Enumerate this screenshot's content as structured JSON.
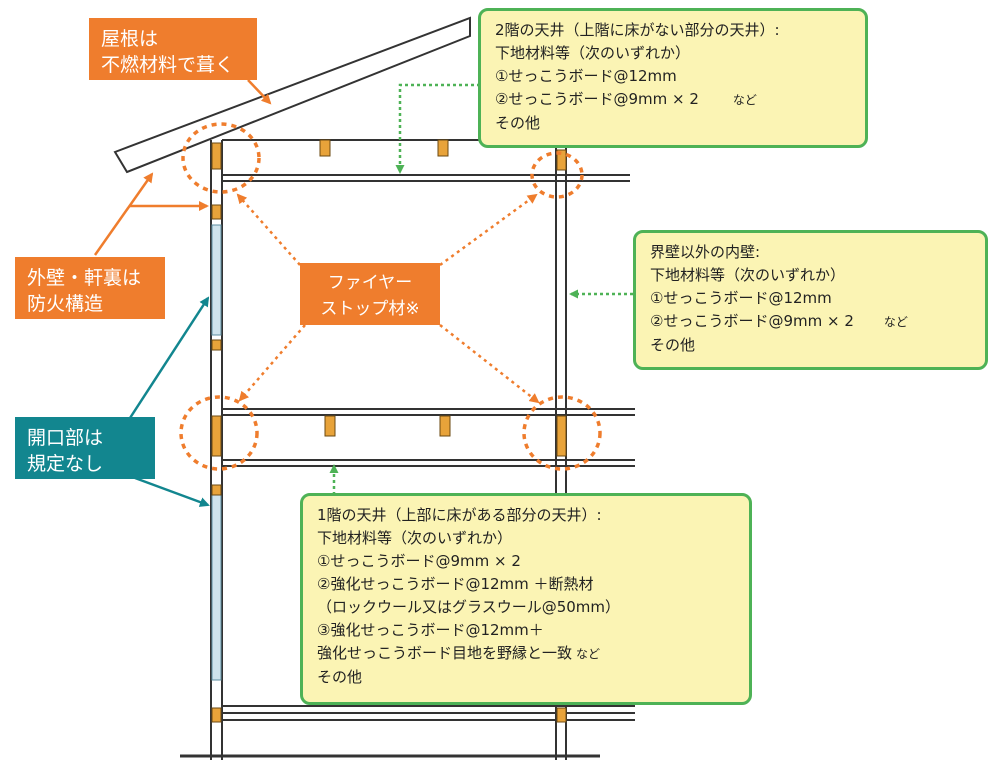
{
  "labels": {
    "roof": [
      "屋根は",
      "不燃材料で葺く"
    ],
    "exterior_wall": [
      "外壁・軒裏は",
      "防火構造"
    ],
    "opening": [
      "開口部は",
      "規定なし"
    ],
    "firestop": [
      "ファイヤー",
      "ストップ材※"
    ]
  },
  "notes": {
    "upper_ceiling": {
      "title": "2階の天井（上階に床がない部分の天井）:",
      "lines": [
        "下地材料等（次のいずれか）",
        "①せっこうボード@12mm",
        "②せっこうボード@9mm × 2",
        "その他"
      ],
      "suffix": "など"
    },
    "interior_wall": {
      "title": "界壁以外の内壁:",
      "lines": [
        "下地材料等（次のいずれか）",
        "①せっこうボード@12mm",
        "②せっこうボード@9mm × 2",
        "その他"
      ],
      "suffix": "など"
    },
    "lower_ceiling": {
      "title": "1階の天井（上部に床がある部分の天井）:",
      "lines": [
        "下地材料等（次のいずれか）",
        "①せっこうボード@9mm × 2",
        "②強化せっこうボード@12mm ＋断熱材",
        "（ロックウール又はグラスウール@50mm）",
        "③強化せっこうボード@12mm＋",
        "強化せっこうボード目地を野縁と一致",
        "その他"
      ],
      "suffix": "など"
    }
  },
  "colors": {
    "orange": "#ef7d2d",
    "teal": "#12868f",
    "green": "#4eb256",
    "note_fill": "#fbf4b4",
    "structure": "#333333",
    "timber": "#e8a33a"
  }
}
